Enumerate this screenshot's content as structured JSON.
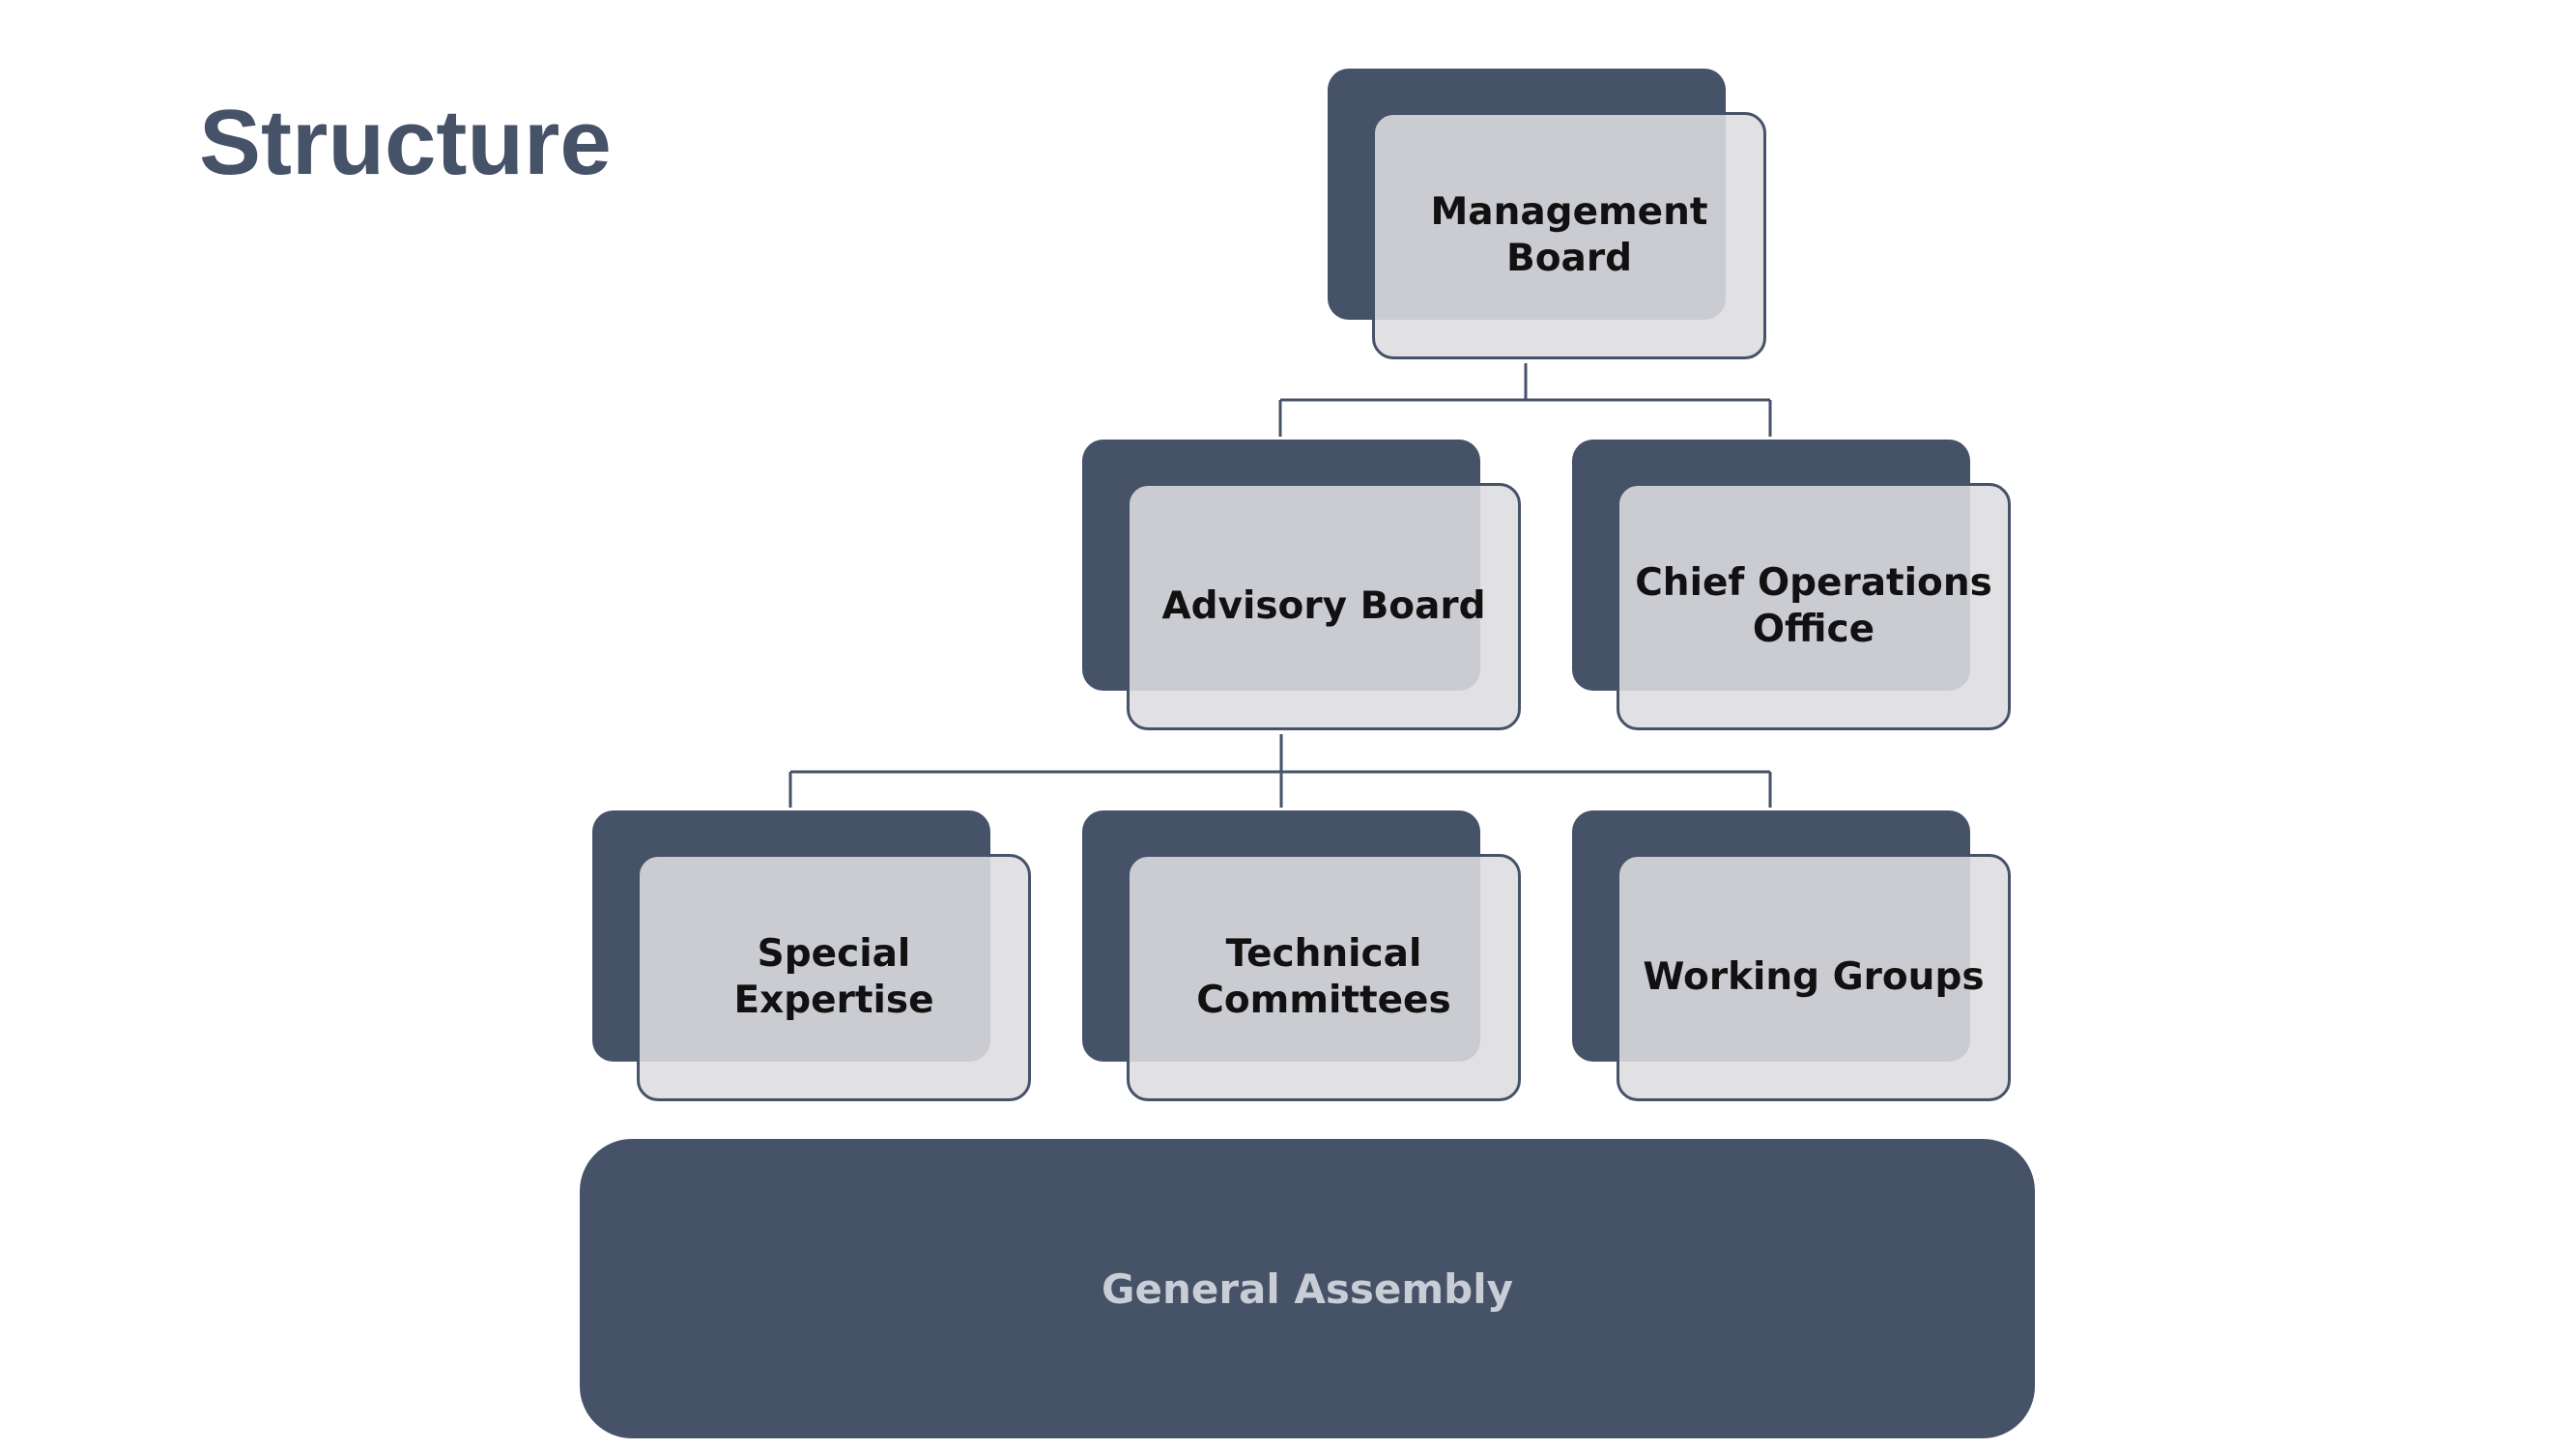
{
  "title": "Structure",
  "diagram": {
    "nodes": {
      "management_board": "Management Board",
      "advisory_board": "Advisory Board",
      "chief_operations_office": "Chief Operations Office",
      "special_expertise": "Special Expertise",
      "technical_committees": "Technical Committees",
      "working_groups": "Working Groups"
    },
    "foundation": "General Assembly",
    "edges": [
      {
        "from": "management_board",
        "to": "advisory_board"
      },
      {
        "from": "management_board",
        "to": "chief_operations_office"
      },
      {
        "from": "advisory_board",
        "to": "special_expertise"
      },
      {
        "from": "advisory_board",
        "to": "technical_committees"
      },
      {
        "from": "advisory_board",
        "to": "working_groups"
      }
    ]
  },
  "colors": {
    "accent": "#465268",
    "box_fill": "#dddddf",
    "label_text": "#111111",
    "foundation_text": "#c9cdd6"
  }
}
